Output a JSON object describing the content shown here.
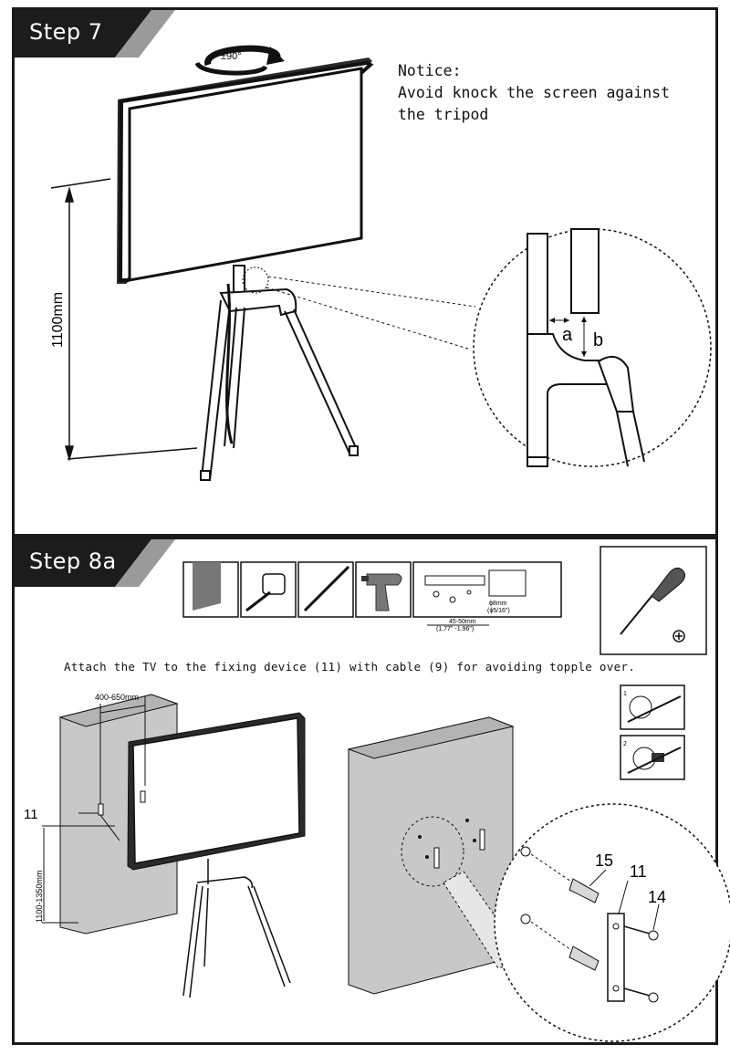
{
  "step7": {
    "title": "Step 7",
    "rotation_label": "±90°",
    "height_label": "1100mm",
    "notice_heading": "Notice:",
    "notice_line1": "Avoid knock the screen against",
    "notice_line2": "the tripod",
    "label_a": "a",
    "label_b": "b"
  },
  "step8a": {
    "title": "Step 8a",
    "instruction": "Attach the TV to the fixing device (11) with cable (9) for avoiding topple over.",
    "hole_depth": "45-50mm",
    "hole_depth_in": "(1.77\" -1.96\")",
    "hole_dia": "ϕ8mm",
    "hole_dia_in": "(ϕ5/16\")",
    "width_label": "400-650mm",
    "height_range_label": "1100-1350mm",
    "part_11_left": "11",
    "part_15": "15",
    "part_11_detail": "11",
    "part_14": "14",
    "inset_step_1": "1",
    "inset_step_2": "2"
  }
}
